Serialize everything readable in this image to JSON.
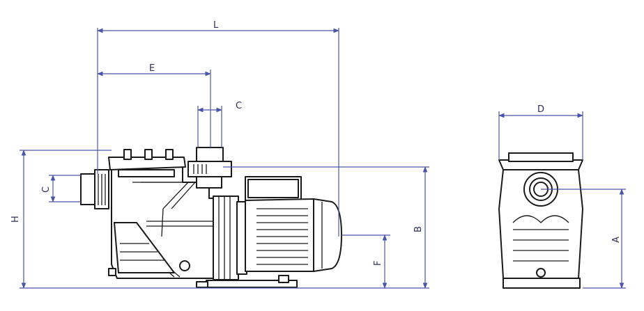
{
  "dimensions": {
    "L": "L",
    "E": "E",
    "C_top": "C",
    "C_left": "C",
    "H": "H",
    "B": "B",
    "F": "F",
    "D": "D",
    "A": "A"
  }
}
